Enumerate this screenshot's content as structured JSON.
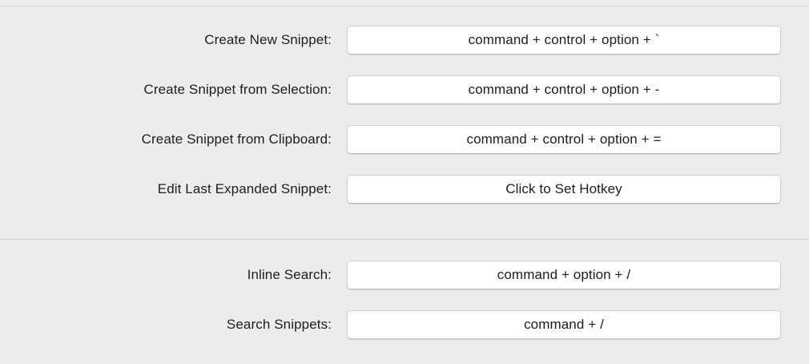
{
  "colors": {
    "background": "#ececec",
    "field_background": "#ffffff",
    "field_border": "#cfcfcf",
    "divider": "#d4d4d4",
    "text": "#1d1d1d"
  },
  "panel": {
    "name": "hotkeys-preferences-pane"
  },
  "groups": [
    {
      "name": "snippet-hotkeys-group",
      "rows": [
        {
          "label": "Create New Snippet:",
          "value": "command + control + option + `",
          "assigned": true
        },
        {
          "label": "Create Snippet from Selection:",
          "value": "command + control + option + -",
          "assigned": true
        },
        {
          "label": "Create Snippet from Clipboard:",
          "value": "command + control + option + =",
          "assigned": true
        },
        {
          "label": "Edit Last Expanded Snippet:",
          "value": "Click to Set Hotkey",
          "assigned": false
        }
      ]
    },
    {
      "name": "search-hotkeys-group",
      "rows": [
        {
          "label": "Inline Search:",
          "value": "command + option + /",
          "assigned": true
        },
        {
          "label": "Search Snippets:",
          "value": "command + /",
          "assigned": true
        }
      ]
    }
  ]
}
